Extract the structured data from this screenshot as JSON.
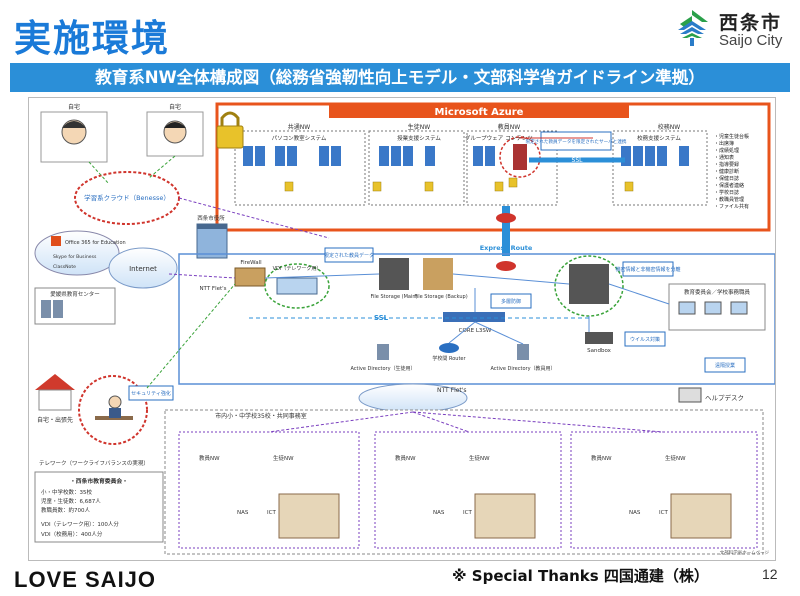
{
  "header": {
    "title": "実施環境",
    "logo": {
      "name_ja": "西条市",
      "name_en": "Saijo City"
    }
  },
  "banner": {
    "text": "教育系NW全体構成図（総務省強靭性向上モデル・文部科学省ガイドライン準拠）"
  },
  "diagram": {
    "azure_label": "Microsoft Azure",
    "azure_columns": [
      "共通NW",
      "生徒NW",
      "教員NW",
      "校務NW"
    ],
    "azure_subsystems": [
      "パソコン教室システム",
      "授業支援システム",
      "校務支援システム",
      "グループウェア",
      "コンテンツ"
    ],
    "azure_note": "限定された教員データを限定されたサーバと連携",
    "azure_list": [
      "・児童生徒台帳",
      "・出席簿",
      "・成績処理",
      "・通知表",
      "・指導要録",
      "・健康診断",
      "・保健日誌",
      "・保護者連絡",
      "・学校日誌",
      "・教職員管理",
      "・ファイル共有"
    ],
    "home_label": "自宅",
    "cloud_label": "学習系クラウド（Benesse）",
    "cloud_services": [
      "Office 365 for Education",
      "Skype for Business",
      "ClassNote"
    ],
    "internet_label": "Internet",
    "datacenter_label": "愛媛県教育センター",
    "fw_label": "FireWall",
    "ntt_flets": "NTT Flet's",
    "vdi_label": "VDI（テレワーク用）",
    "city_office": "西条市役所",
    "express_route": "Express Route",
    "ssl_label": "SSL",
    "storage_labels": [
      "File Storage (Main)",
      "File Storage (Backup)"
    ],
    "core_label": "CORE L3SW",
    "router_label": "学校間 Router",
    "ad_labels": [
      "Active Directory（教員用）",
      "Active Directory（生徒用）"
    ],
    "board_office": "教育委員会／学校事務職員",
    "sandbox_label": "Sandbox",
    "helpdesk_label": "ヘルプデスク",
    "schools_label": "市内小・中学校35校・共同事務室",
    "school_nw_labels": [
      "教員NW",
      "生徒NW"
    ],
    "nas_label": "NAS",
    "ict_label": "ICT",
    "telework_label": "テレワーク（ワークライフバランスの実現）",
    "home_travel_label": "自宅・出張先",
    "stats_title": "・西条市教育委員会・",
    "stats_lines": [
      "小・中学校数：35校",
      "児童・生徒数：6,687人",
      "教職員数：約700人",
      "VDI（テレワーク用）：100人分",
      "VDI（校務用）：400人分"
    ],
    "callouts": [
      "セキュリティ強化",
      "限定された教員データ",
      "多層防御",
      "機密情報と非機密情報を分離",
      "ウイルス対策",
      "遠隔授業"
    ],
    "source_note": "文部科学省ホームページ"
  },
  "footer": {
    "brand": "LOVE SAIJO",
    "thanks": "※ Special Thanks 四国通建（株）",
    "page_number": "12"
  },
  "colors": {
    "accent": "#2b8fd8",
    "title": "#1a7ad8",
    "azure": "#e8541c",
    "network_line": "#5a8fd6",
    "dashed_green": "#3aa33a",
    "dashed_purple": "#7a3fbf"
  }
}
